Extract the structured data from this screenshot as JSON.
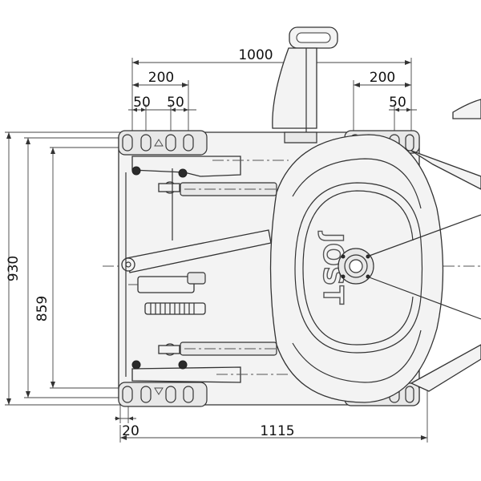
{
  "drawing": {
    "dimensions": {
      "overall_width": "1000",
      "left_spacing": "200",
      "left_hole_a": "50",
      "left_hole_b": "50",
      "right_spacing": "200",
      "right_hole": "50",
      "overall_height": "930",
      "inner_height": "859",
      "bottom_offset": "20",
      "overall_length": "1115"
    },
    "logo_text": "JOST",
    "colors": {
      "line": "#333333",
      "fill": "#f3f3f3",
      "background": "#ffffff"
    }
  }
}
